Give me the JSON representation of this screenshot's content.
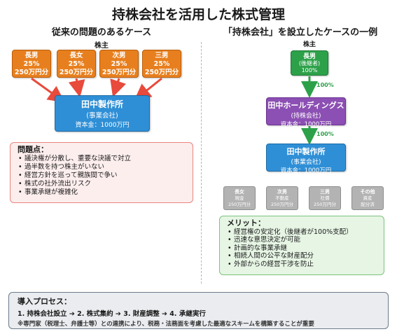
{
  "title": "持株会社を活用した株式管理",
  "left": {
    "heading": "従来の問題のあるケース",
    "shareholders_label": "株主",
    "heirs": [
      {
        "name": "長男",
        "pct": "25%",
        "value": "250万円分"
      },
      {
        "name": "長女",
        "pct": "25%",
        "value": "250万円分"
      },
      {
        "name": "次男",
        "pct": "25%",
        "value": "250万円分"
      },
      {
        "name": "三男",
        "pct": "25%",
        "value": "250万円分"
      }
    ],
    "company": {
      "name": "田中製作所",
      "type": "(事業会社)",
      "capital": "資本金：1000万円"
    },
    "problems_heading": "問題点：",
    "problems": [
      "議決権が分散し、重要な決議で対立",
      "過半数を持つ株主がいない",
      "経営方針を巡って親族間で争い",
      "株式の社外流出リスク",
      "事業承継が複雑化"
    ],
    "colors": {
      "heir": "#e87f1e",
      "company": "#2f8fd6",
      "arrow": "#e84a3c"
    }
  },
  "right": {
    "heading": "「持株会社」を設立したケースの一例",
    "shareholders_label": "株主",
    "owner": {
      "name": "長男",
      "role": "(後継者)",
      "pct": "100%"
    },
    "holding": {
      "name": "田中ホールディングス",
      "type": "(持株会社)",
      "capital": "資本金：1000万円"
    },
    "operating": {
      "name": "田中製作所",
      "type": "(事業会社)",
      "capital": "資本金：1000万円"
    },
    "link_pct_1": "100%",
    "link_pct_2": "100%",
    "assets": [
      {
        "name": "長女",
        "line1": "現金",
        "line2": "250万円分"
      },
      {
        "name": "次男",
        "line1": "不動産",
        "line2": "250万円分"
      },
      {
        "name": "三男",
        "line1": "社債",
        "line2": "250万円分"
      },
      {
        "name": "その他",
        "line1": "資産",
        "line2": "配分済"
      }
    ],
    "merits_heading": "メリット：",
    "merits": [
      "経営権の安定化（後継者が100%支配）",
      "迅速な意思決定が可能",
      "計画的な事業承継",
      "相続人間の公平な財産配分",
      "外部からの経営干渉を防止"
    ],
    "colors": {
      "owner": "#2da14a",
      "holding": "#8c4fb3",
      "company": "#2f8fd6",
      "asset": "#b3b3b3"
    }
  },
  "process": {
    "heading": "導入プロセス：",
    "steps": "1. 持株会社設立 ➔ 2. 株式集約 ➔ 3. 財産調整 ➔ 4. 承継実行",
    "note": "※専門家（税理士、弁護士等）との連携により、税務・法務面を考慮した最適なスキームを構築することが重要"
  }
}
